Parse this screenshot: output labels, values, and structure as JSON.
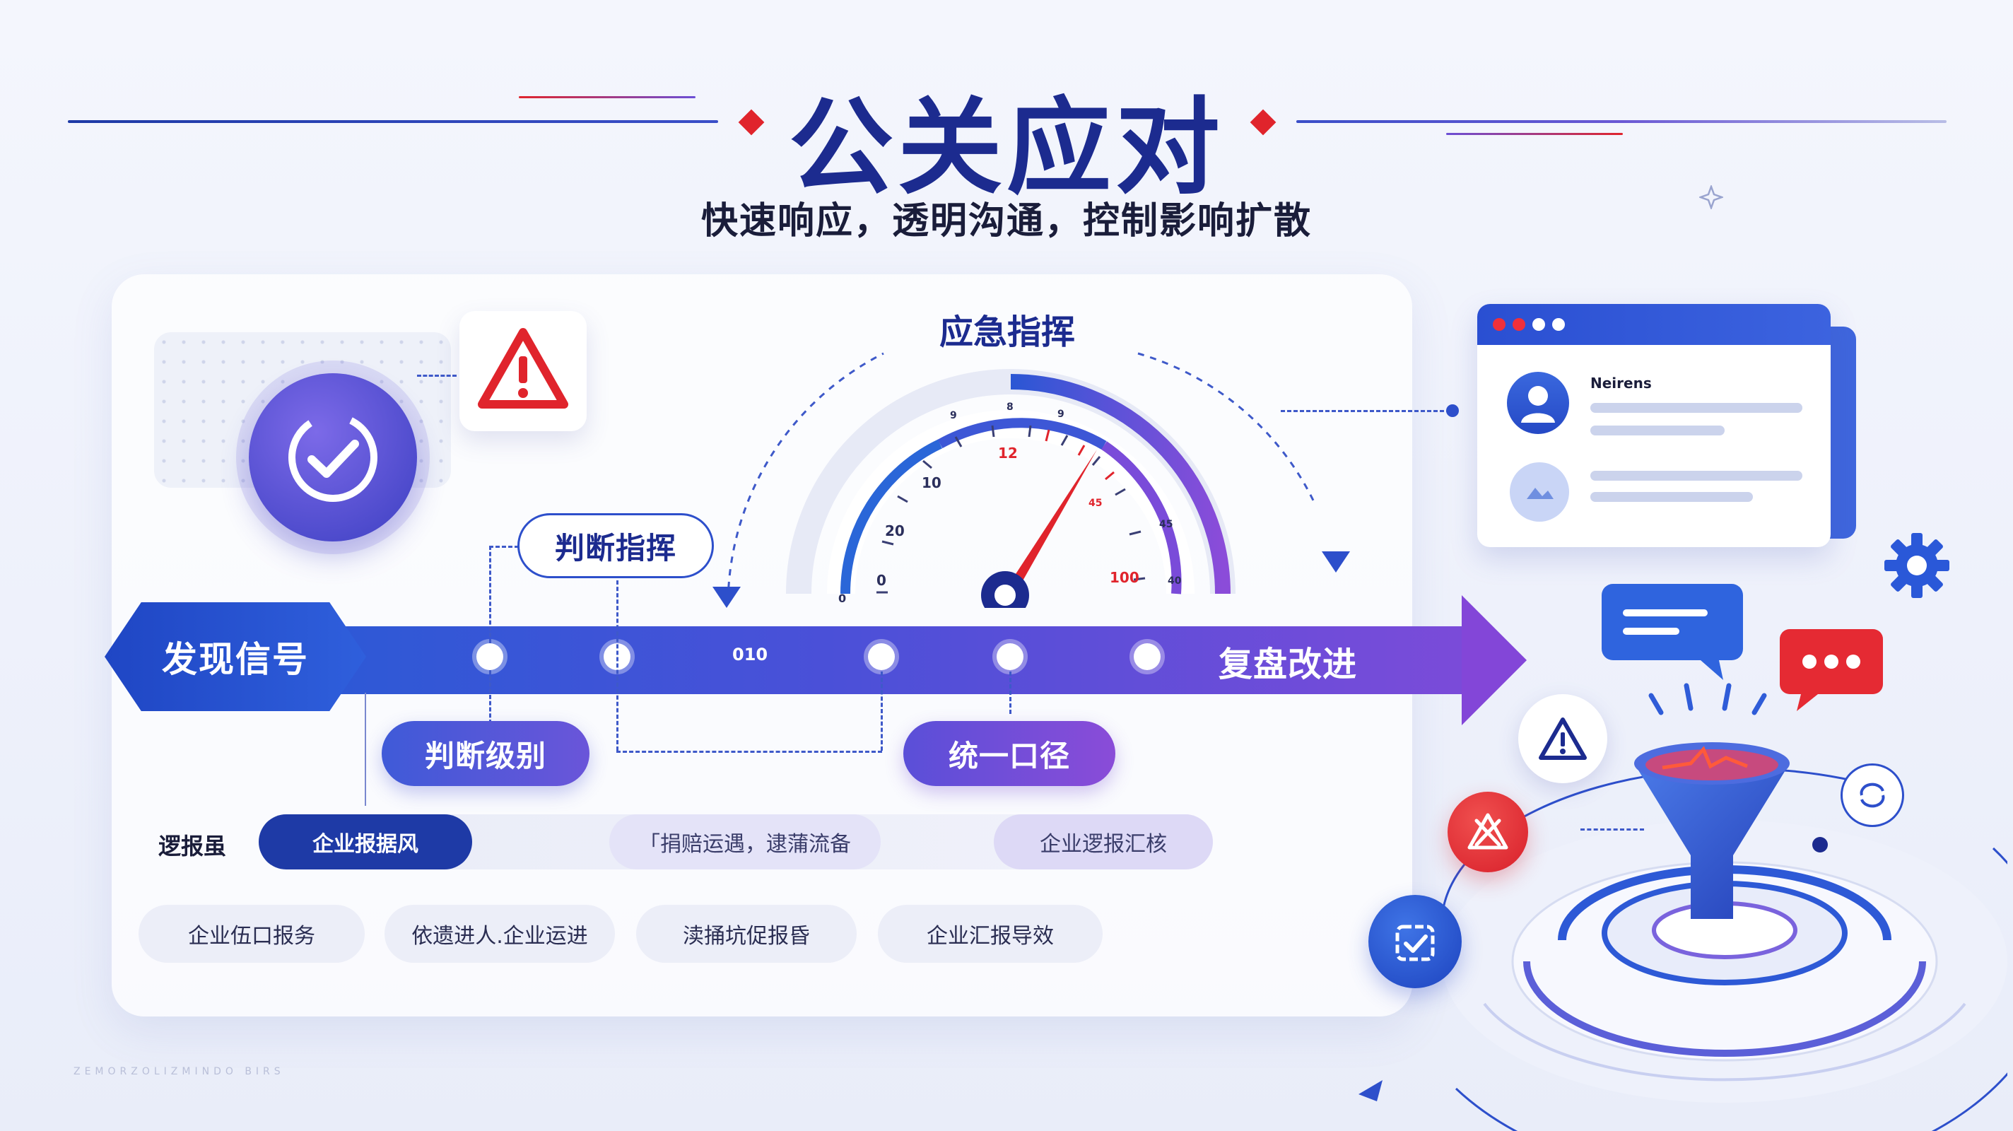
{
  "header": {
    "title": "公关应对",
    "subtitle": "快速响应，透明沟通，控制影响扩散"
  },
  "colors": {
    "primary": "#1c2b8f",
    "blue": "#2d59d6",
    "purple": "#7b4bd9",
    "alert_red": "#e0242c"
  },
  "gauge": {
    "label": "应急指挥",
    "ticks": [
      "0",
      "20",
      "10",
      "12",
      "100",
      "0",
      "9",
      "8",
      "9",
      "45",
      "45",
      "40"
    ],
    "needle_value": 45,
    "center_icon": "gauge-hub"
  },
  "flow": {
    "start": "发现信号",
    "end": "复盘改进",
    "arrow_text": "010",
    "callouts": {
      "top": "判断指挥",
      "level": "判断级别",
      "unified": "统一口径"
    }
  },
  "row1": {
    "label": "逻报虽",
    "items": [
      "企业报据风",
      "「捐赔运遇，逮蒲流备",
      "企业逻报汇核"
    ]
  },
  "row2": {
    "items": [
      "企业伍口报务",
      "依遗进人.企业运进",
      "渎捅坑促报昏",
      "企业汇报导效"
    ]
  },
  "window_card": {
    "name": "Neirens"
  },
  "icons": {
    "check": "check-circle-icon",
    "alert": "warning-triangle-icon",
    "gear": "gear-icon",
    "chat_blue": "chat-bubble-icon",
    "chat_red": "chat-dots-icon",
    "funnel": "funnel-icon"
  },
  "footer_text": "ZEMORZOLIZMINDO BIRS"
}
